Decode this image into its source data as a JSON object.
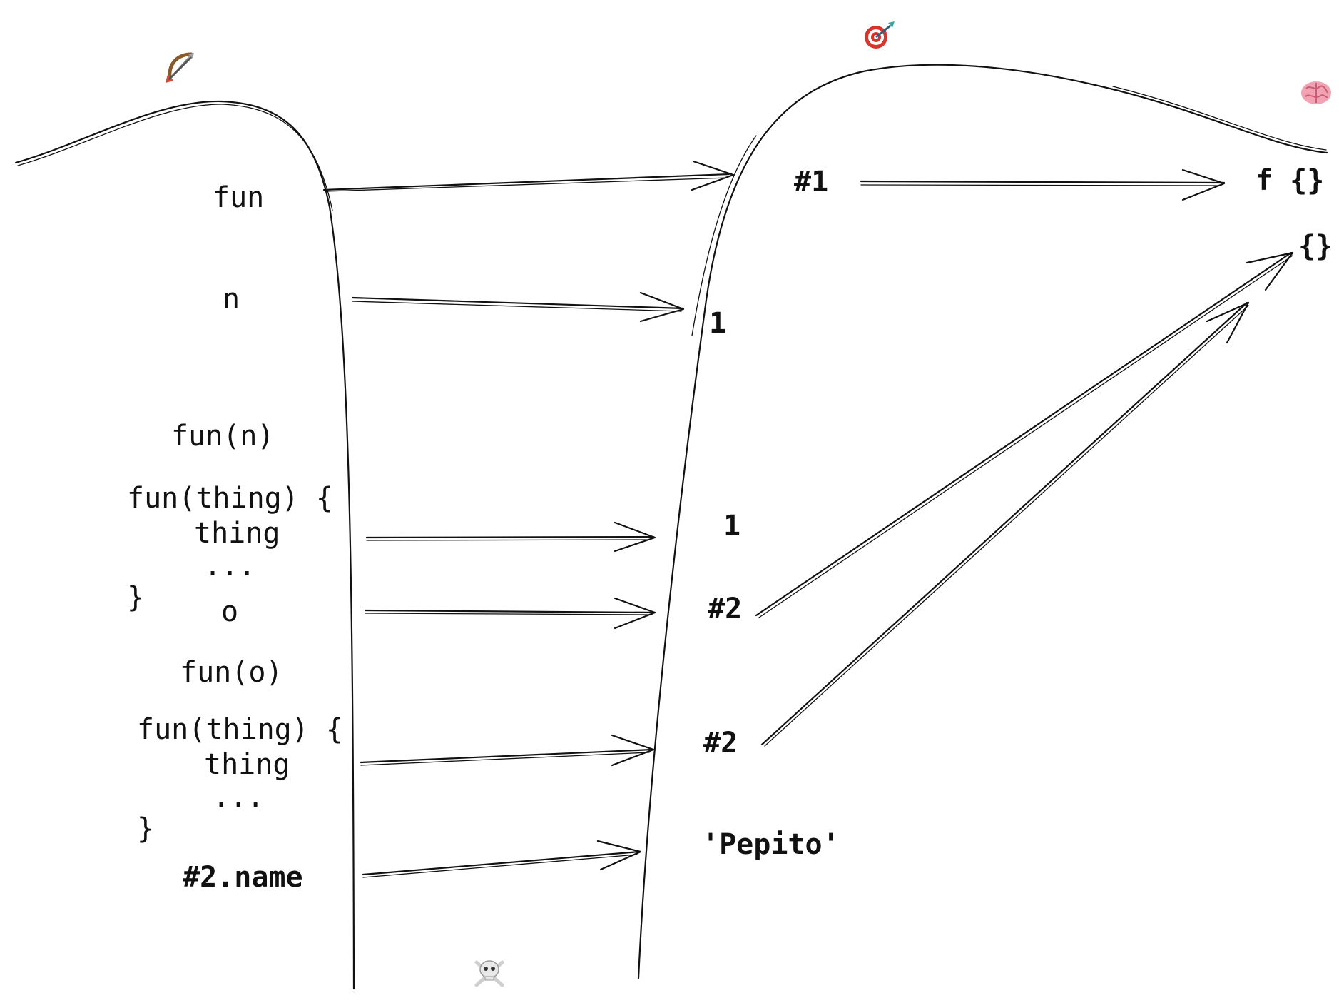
{
  "left_column": {
    "icon": "bow-and-arrow-icon",
    "items": [
      {
        "id": "fun",
        "lines": [
          "fun"
        ]
      },
      {
        "id": "n",
        "lines": [
          "n"
        ]
      },
      {
        "id": "call-n",
        "lines": [
          "fun(n)"
        ]
      },
      {
        "id": "body-1",
        "lines": [
          "fun(thing) {",
          "thing",
          "...",
          "}"
        ]
      },
      {
        "id": "o",
        "lines": [
          "o"
        ]
      },
      {
        "id": "call-o",
        "lines": [
          "fun(o)"
        ]
      },
      {
        "id": "body-2",
        "lines": [
          "fun(thing) {",
          "thing",
          "...",
          "}"
        ]
      },
      {
        "id": "name",
        "lines": [
          "#2.name"
        ]
      }
    ]
  },
  "middle_column": {
    "icon": "target-icon",
    "bottom_icon": "skull-crossbones-icon",
    "values": [
      "#1",
      "1",
      "1",
      "#2",
      "#2",
      "'Pepito'"
    ]
  },
  "right_column": {
    "icon": "brain-icon",
    "values": [
      "f {}",
      "{}"
    ]
  }
}
